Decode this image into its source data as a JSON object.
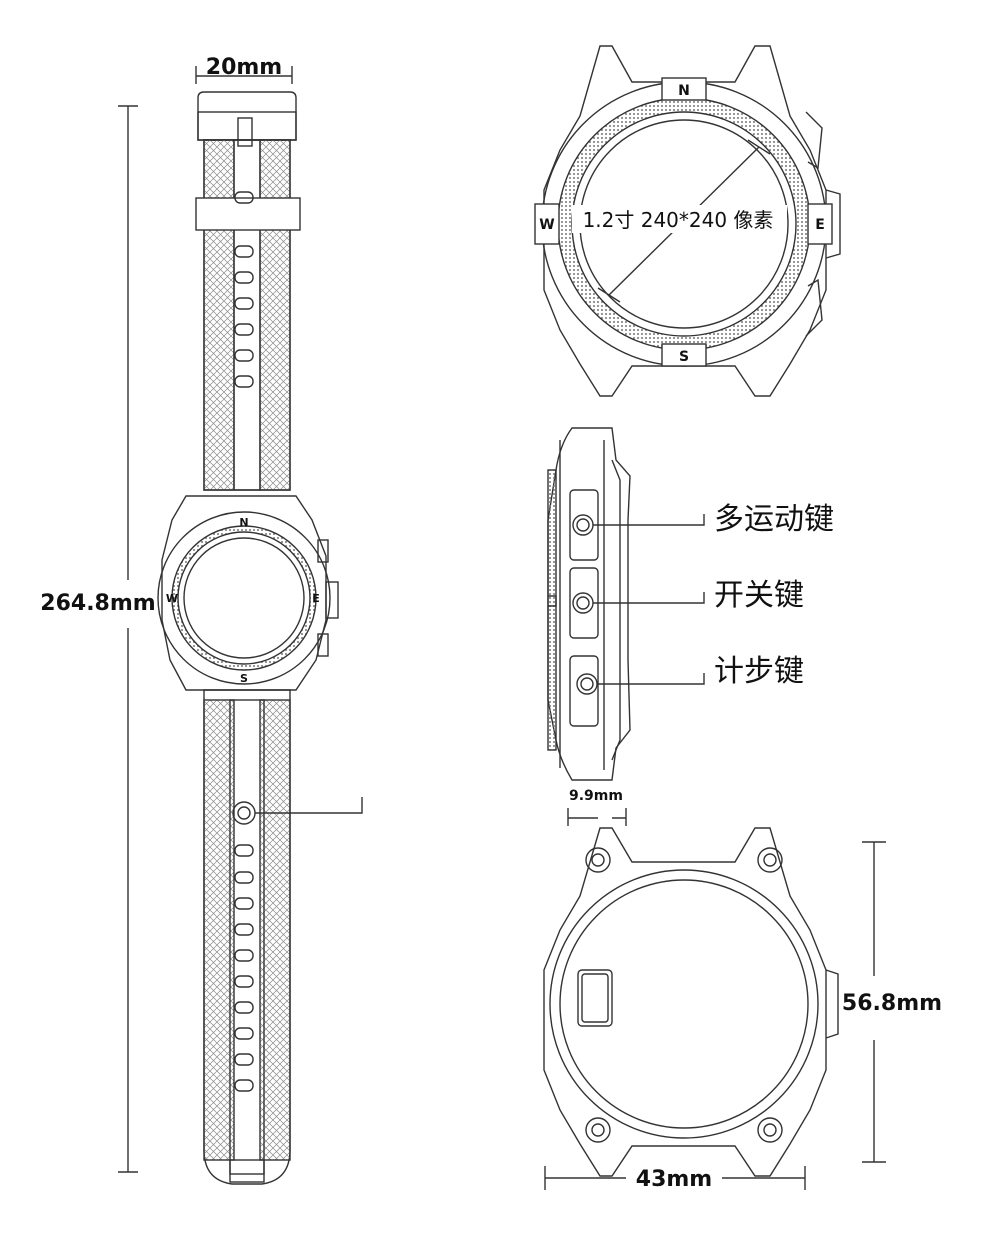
{
  "dimensions": {
    "strap_width": "20mm",
    "total_length": "264.8mm",
    "thickness": "9.9mm",
    "case_height": "56.8mm",
    "case_width": "43mm"
  },
  "screen": {
    "label": "1.2寸 240*240 像素"
  },
  "buttons": [
    {
      "label": "多运动键"
    },
    {
      "label": "开关键"
    },
    {
      "label": "计步键"
    }
  ],
  "compass": {
    "n": "N",
    "e": "E",
    "s": "S",
    "w": "W"
  },
  "colors": {
    "line": "#333333",
    "background": "#ffffff",
    "texture": "#9a9a9a"
  }
}
